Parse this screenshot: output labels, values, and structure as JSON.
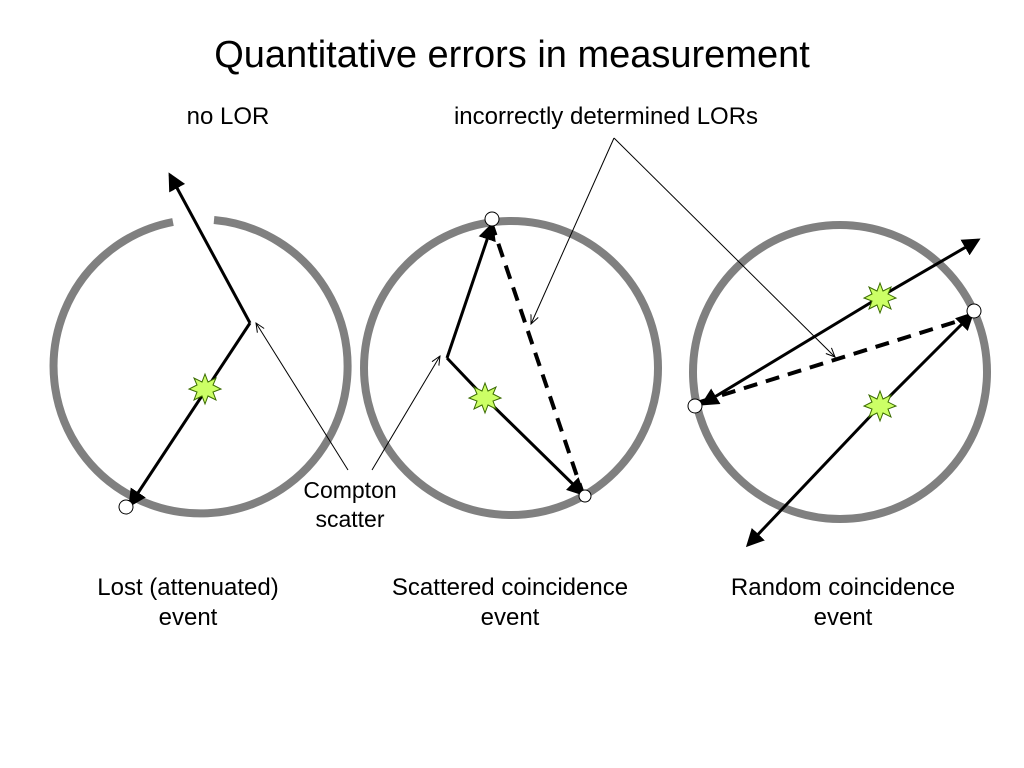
{
  "title": "Quantitative errors in measurement",
  "labels": {
    "no_lor": "no LOR",
    "incorrect_lors": "incorrectly determined LORs",
    "compton_line1": "Compton",
    "compton_line2": "scatter",
    "lost_line1": "Lost (attenuated)",
    "lost_line2": "event",
    "scattered_line1": "Scattered coincidence",
    "scattered_line2": "event",
    "random_line1": "Random coincidence",
    "random_line2": "event"
  },
  "colors": {
    "detector_ring": "#808080",
    "annihilation_burst": "#ccff66",
    "burst_outline": "#3a6b00",
    "photon_path": "#000000"
  },
  "icons": [
    "annihilation-burst-icon",
    "detector-hit-icon",
    "arrowhead-icon"
  ]
}
